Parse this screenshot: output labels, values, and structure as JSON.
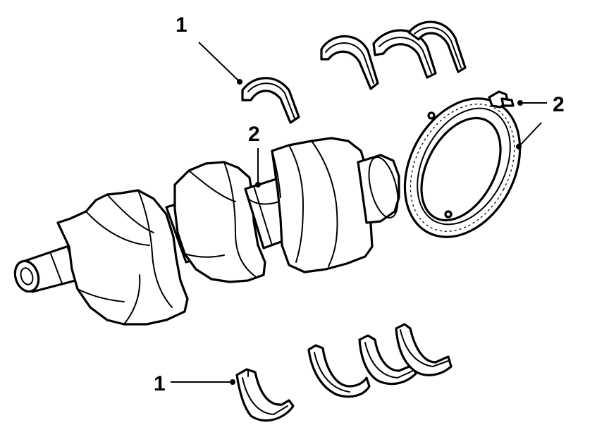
{
  "callouts": {
    "c1_top": "1",
    "c1_bottom": "1",
    "c2_center": "2",
    "c2_right": "2"
  }
}
